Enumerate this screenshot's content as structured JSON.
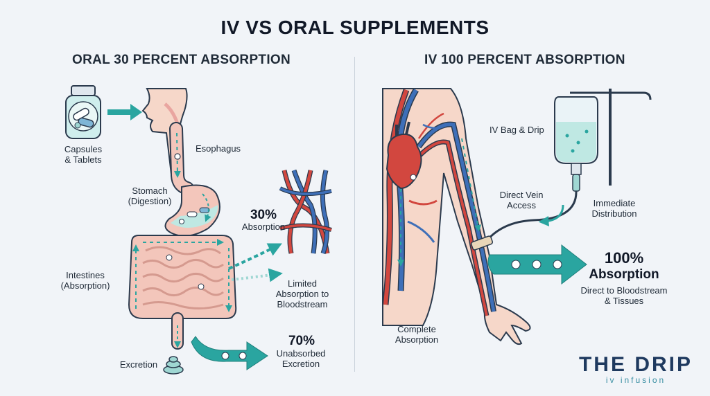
{
  "title": "IV VS ORAL SUPPLEMENTS",
  "oral": {
    "heading": "ORAL 30 PERCENT ABSORPTION",
    "capsules_label": [
      "Capsules",
      "& Tablets"
    ],
    "esophagus_label": "Esophagus",
    "stomach_label": [
      "Stomach",
      "(Digestion)"
    ],
    "intestines_label": [
      "Intestines",
      "(Absorption)"
    ],
    "absorption_pct": "30%",
    "absorption_label": "Absorption",
    "limited_label": [
      "Limited",
      "Absorption to",
      "Bloodstream"
    ],
    "excretion_pct": "70%",
    "excretion_desc": [
      "Unabsorbed",
      "Excretion"
    ],
    "excretion_label": "Excretion"
  },
  "iv": {
    "heading": "IV 100 PERCENT ABSORPTION",
    "bag_label": "IV Bag & Drip",
    "vein_label": [
      "Direct Vein",
      "Access"
    ],
    "distribution_label": [
      "Immediate",
      "Distribution"
    ],
    "absorption_pct": "100%",
    "absorption_label": "Absorption",
    "direct_label": [
      "Direct to Bloodstream",
      "& Tissues"
    ],
    "complete_label": [
      "Complete",
      "Absorption"
    ]
  },
  "brand": {
    "name": "THE DRIP",
    "tagline": "iv infusion"
  },
  "colors": {
    "teal": "#2aa5a0",
    "vein_blue": "#3e6fb8",
    "artery_red": "#d2473f",
    "skin": "#f6d7c9",
    "outline": "#2b3a4d"
  }
}
